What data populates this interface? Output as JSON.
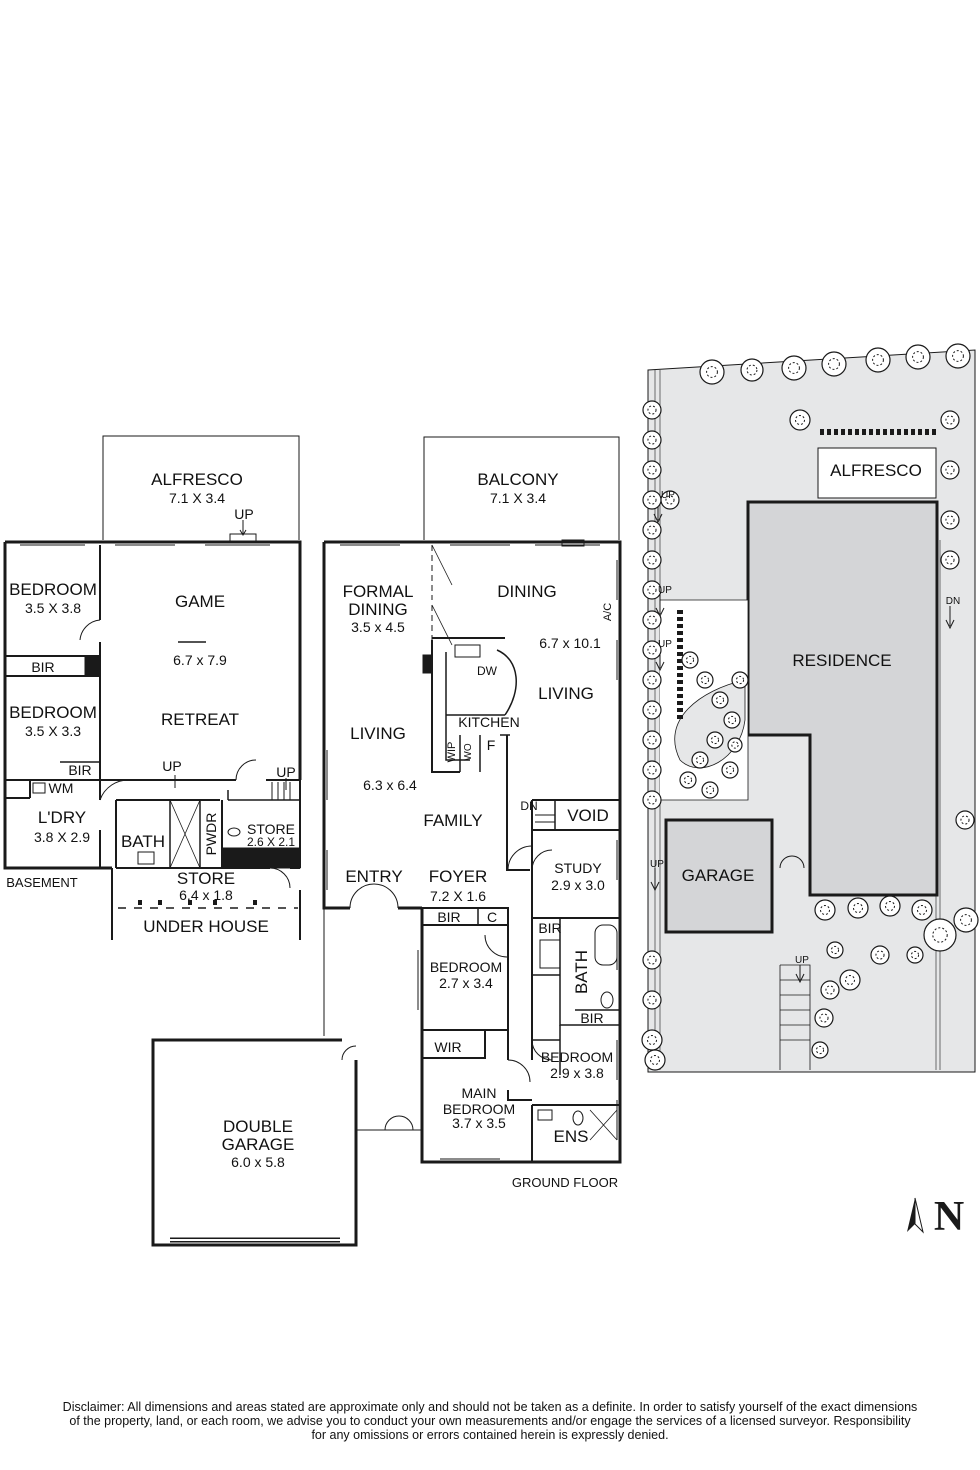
{
  "basement": {
    "alfresco": {
      "name": "ALFRESCO",
      "dim": "7.1 X 3.4"
    },
    "up_alfresco": "UP",
    "bedroom1": {
      "name": "BEDROOM",
      "dim": "3.5 X 3.8"
    },
    "game": {
      "name": "GAME",
      "dim": "6.7 x 7.9"
    },
    "bir1": "BIR",
    "bedroom2": {
      "name": "BEDROOM",
      "dim": "3.5 X 3.3"
    },
    "retreat": "RETREAT",
    "bir2": "BIR",
    "up_retreat": "UP",
    "up_store": "UP",
    "wm": "WM",
    "laundry": {
      "name": "L'DRY",
      "dim": "3.8 X 2.9"
    },
    "bath": "BATH",
    "pwdr": "PWDR",
    "store_small": {
      "name": "STORE",
      "dim": "2.6 X 2.1"
    },
    "label": "BASEMENT",
    "store": {
      "name": "STORE",
      "dim": "6.4 x 1.8"
    },
    "under_house": "UNDER HOUSE"
  },
  "ground": {
    "balcony": {
      "name": "BALCONY",
      "dim": "7.1 X 3.4"
    },
    "formal_dining": {
      "name1": "FORMAL",
      "name2": "DINING",
      "dim": "3.5 x 4.5"
    },
    "dining": "DINING",
    "ac": "A/C",
    "living_dim": "6.7 x 10.1",
    "dw": "DW",
    "living_east": "LIVING",
    "kitchen": "KITCHEN",
    "living_west": {
      "name": "LIVING",
      "dim": "6.3 x 6.4"
    },
    "wip": "WIP",
    "wo": "WO",
    "f": "F",
    "dn": "DN",
    "void": "VOID",
    "family": "FAMILY",
    "study": {
      "name": "STUDY",
      "dim": "2.9 x 3.0"
    },
    "entry": "ENTRY",
    "foyer": {
      "name": "FOYER",
      "dim": "7.2 X 1.6"
    },
    "bir_foyer": "BIR",
    "c": "C",
    "bir_bath": "BIR",
    "bedroom_a": {
      "name": "BEDROOM",
      "dim": "2.7 x 3.4"
    },
    "bath": "BATH",
    "bir_b": "BIR",
    "wir": "WIR",
    "bedroom_b": {
      "name": "BEDROOM",
      "dim": "2.9 x 3.8"
    },
    "main_bedroom": {
      "name1": "MAIN",
      "name2": "BEDROOM",
      "dim": "3.7 x 3.5"
    },
    "ens": "ENS",
    "label": "GROUND FLOOR"
  },
  "garage": {
    "name1": "DOUBLE",
    "name2": "GARAGE",
    "dim": "6.0 x 5.8"
  },
  "site": {
    "alfresco": "ALFRESCO",
    "residence": "RESIDENCE",
    "garage": "GARAGE",
    "up1": "UP",
    "up2": "UP",
    "up3": "UP",
    "up4": "UP",
    "up5": "UP",
    "dn": "DN"
  },
  "north": "N",
  "disclaimer": {
    "line1": "Disclaimer: All dimensions and areas stated are approximate only and should not be taken as a definite. In order to satisfy yourself of the exact dimensions",
    "line2": "of the property, land, or each room, we advise you to conduct your own measurements and/or engage the services of a licensed surveyor. Responsibility",
    "line3": "for any omissions or errors contained herein is expressly denied."
  },
  "colors": {
    "wall": "#1a1a1a",
    "site_fill": "#e6e7e8",
    "building_fill": "#d4d5d7"
  }
}
